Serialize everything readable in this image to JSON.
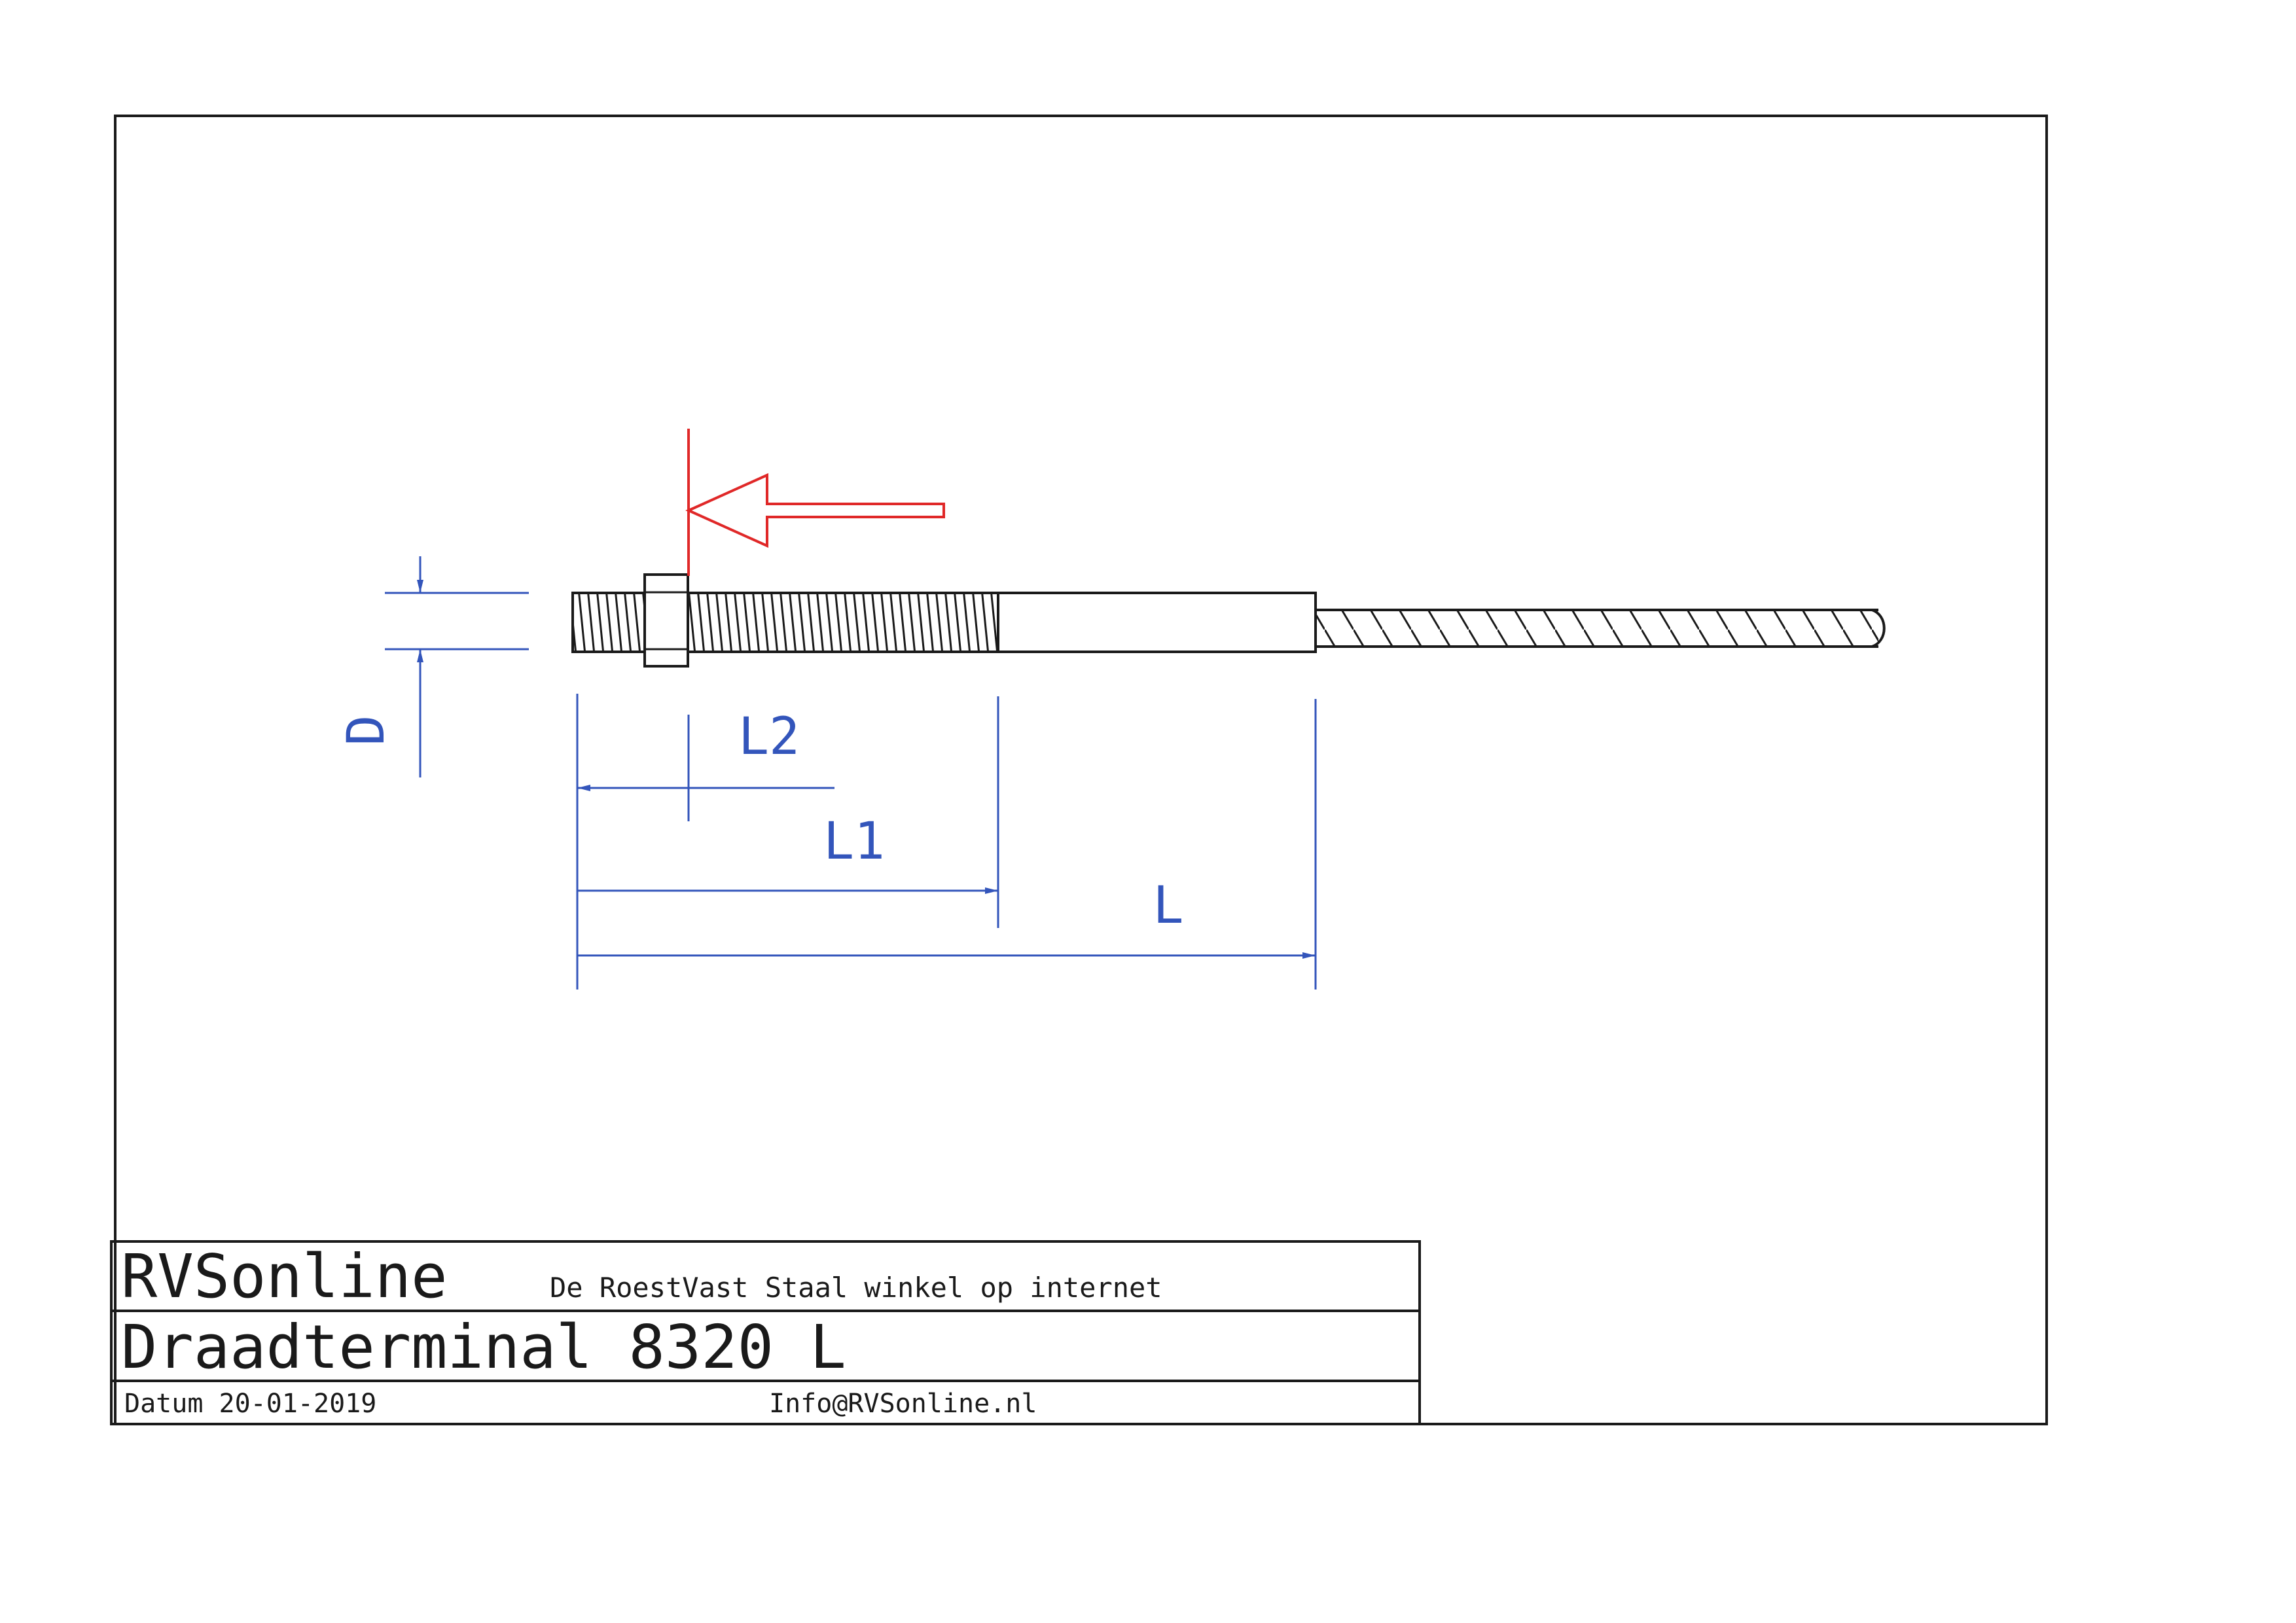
{
  "colors": {
    "outline": "#1a1a1a",
    "dimension": "#3355bb",
    "arrow": "#e02828",
    "paper": "#ffffff"
  },
  "drawing": {
    "dimension_labels": {
      "d": "D",
      "l2": "L2",
      "l1": "L1",
      "l": "L"
    }
  },
  "title_block": {
    "company": "RVSonline",
    "tagline": "De RoestVast Staal winkel op internet",
    "part_title": "Draadterminal 8320 L",
    "date_label": "Datum 20-01-2019",
    "email": "Info@RVSonline.nl"
  }
}
